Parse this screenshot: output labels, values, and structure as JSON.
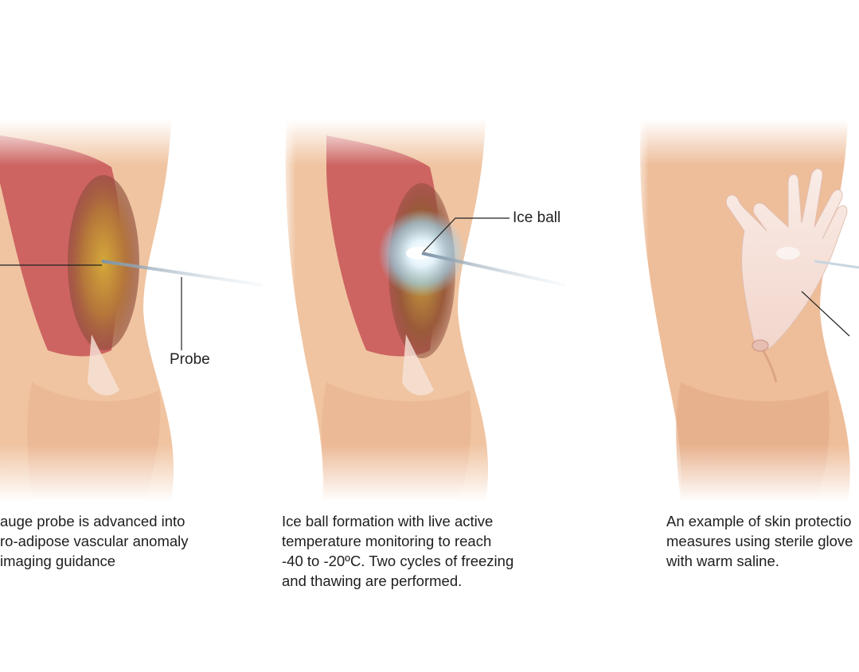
{
  "panels": [
    {
      "label": "Probe",
      "caption": [
        "auge probe is advanced into",
        "ro-adipose vascular anomaly",
        "imaging guidance"
      ]
    },
    {
      "label": "Ice ball",
      "caption": [
        "Ice ball formation with live active",
        "temperature monitoring to reach",
        "-40 to -20ºC. Two cycles of freezing",
        "and thawing are performed."
      ]
    },
    {
      "caption": [
        "An example of skin protectio",
        "measures using sterile glove",
        "with warm saline."
      ]
    }
  ],
  "colors": {
    "skin": "#f2c9a8",
    "skin_shadow": "#d99a73",
    "muscle": "#c8575a",
    "lesion": "#c9a23a",
    "ice": "#bfe3f2",
    "probe": "#9fb4c4",
    "glove": "#f8e8e0"
  }
}
